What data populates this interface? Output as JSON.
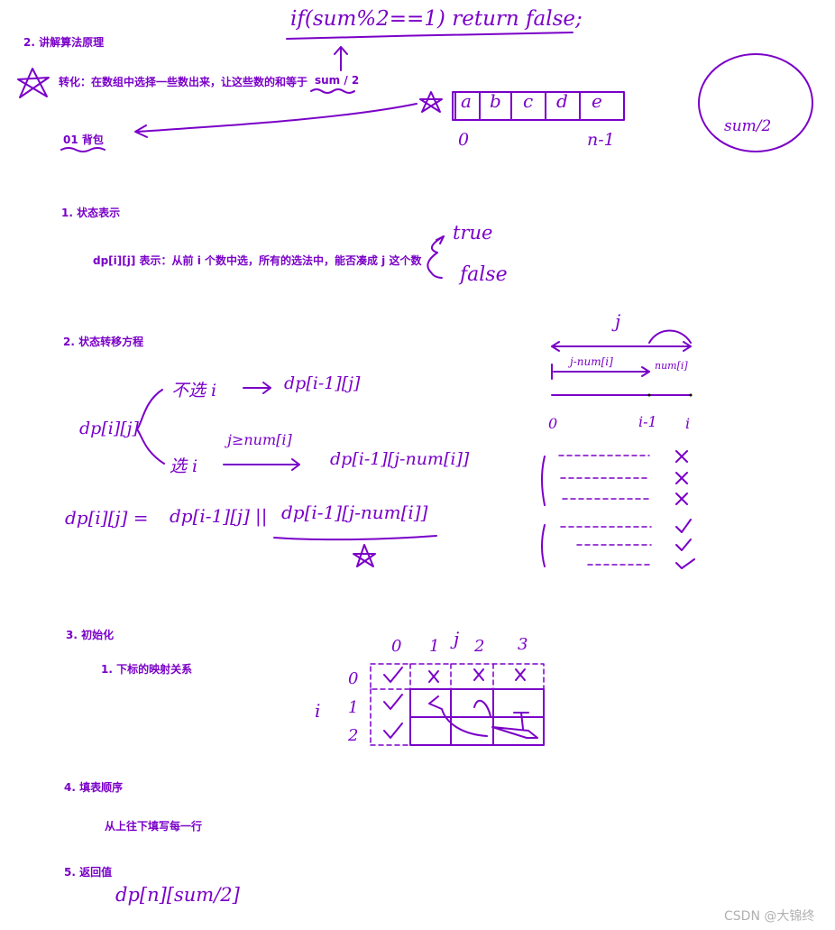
{
  "colors": {
    "ink": "#7a00c8",
    "watermark": "#b0b0b0",
    "background": "#ffffff"
  },
  "section_principle": {
    "heading": "2. 讲解算法原理",
    "top_note": "if(sum%2==1) return false;",
    "transform_text": "转化：在数组中选择一些数出来，让这些数的和等于",
    "transform_target": "sum / 2",
    "knapsack_label": "01 背包",
    "array_cells": [
      "a",
      "b",
      "c",
      "d",
      "e"
    ],
    "index_start": "0",
    "index_end": "n-1",
    "circle_label": "sum/2"
  },
  "state_repr": {
    "heading": "1. 状态表示",
    "definition": "dp[i][j] 表示：从前 i 个数中选，所有的选法中，能否凑成 j 这个数",
    "outcome_true": "true",
    "outcome_false": "false"
  },
  "transition": {
    "heading": "2. 状态转移方程",
    "lhs": "dp[i][j]",
    "not_choose_label": "不选 i",
    "not_choose_result": "dp[i-1][j]",
    "choose_condition": "j≥num[i]",
    "choose_label": "选 i",
    "choose_result": "dp[i-1][j-num[i]]",
    "equation_lhs": "dp[i][j] =",
    "equation_rhs1": "dp[i-1][j]",
    "equation_or": "||",
    "equation_rhs2": "dp[i-1][j-num[i]]",
    "side_j": "j",
    "side_j_minus": "j-num[i]",
    "side_num": "num[i]",
    "side_0": "0",
    "side_i_minus": "i-1",
    "side_i": "i"
  },
  "init": {
    "heading": "3. 初始化",
    "sub_heading": "1. 下标的映射关系",
    "col_headers": [
      "0",
      "1",
      "2",
      "3"
    ],
    "col_var": "j",
    "row_headers": [
      "0",
      "1",
      "2"
    ],
    "row_var": "i"
  },
  "fill_order": {
    "heading": "4. 填表顺序",
    "text": "从上往下填写每一行"
  },
  "return_value": {
    "heading": "5. 返回值",
    "text": "dp[n][sum/2]"
  },
  "watermark": "CSDN @大锦终"
}
